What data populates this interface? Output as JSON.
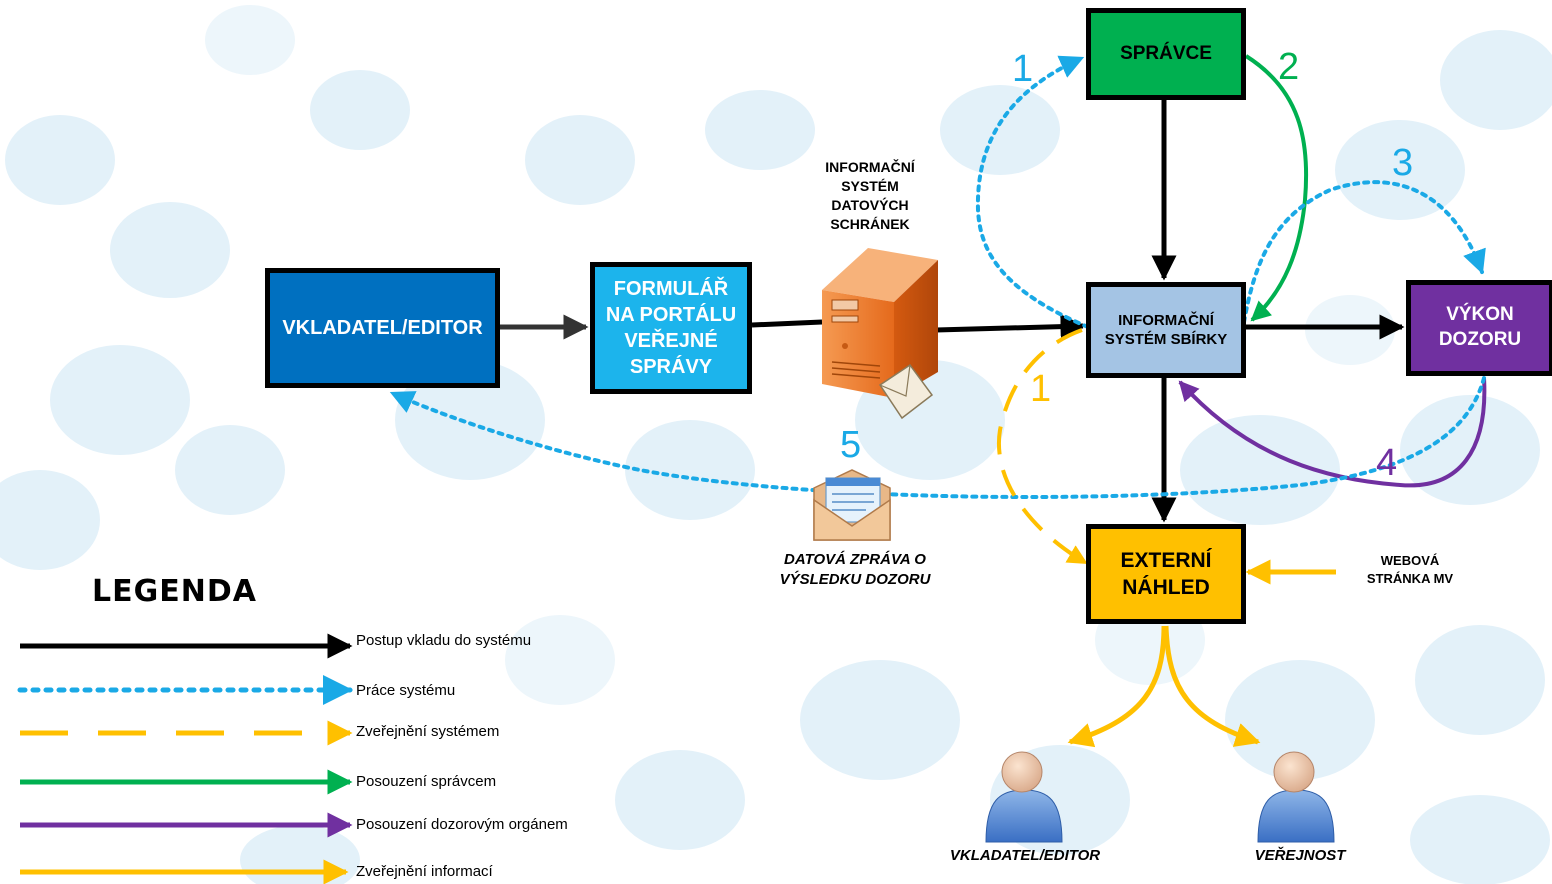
{
  "nodes": {
    "vkladatel_editor": {
      "label": "VKLADATEL/EDITOR",
      "fill": "#0070c0"
    },
    "formular": {
      "lines": [
        "FORMULÁŘ",
        "NA PORTÁLU",
        "VEŘEJNÉ",
        "SPRÁVY"
      ],
      "fill": "#1cb4ec"
    },
    "isds": {
      "lines": [
        "INFORMAČNÍ",
        "SYSTÉM",
        "DATOVÝCH",
        "SCHRÁNEK"
      ],
      "icon": "server-mail-icon"
    },
    "spravce": {
      "label": "SPRÁVCE",
      "fill": "#00b050"
    },
    "is_sbirky": {
      "lines": [
        "INFORMAČNÍ",
        "SYSTÉM SBÍRKY"
      ],
      "fill": "#a4c4e4"
    },
    "vykon_dozoru": {
      "lines": [
        "VÝKON",
        "DOZORU"
      ],
      "fill": "#7030a0"
    },
    "externi_nahled": {
      "lines": [
        "EXTERNÍ",
        "NÁHLED"
      ],
      "fill": "#ffc000"
    },
    "webova_stranka": {
      "lines": [
        "WEBOVÁ",
        "STRÁNKA MV"
      ]
    },
    "datova_zprava": {
      "lines": [
        "DATOVÁ ZPRÁVA O",
        "VÝSLEDKU DOZORU"
      ],
      "icon": "mail-envelope-icon"
    },
    "user_editor": {
      "label": "VKLADATEL/EDITOR",
      "icon": "user-icon"
    },
    "user_verejnost": {
      "label": "VEŘEJNOST",
      "icon": "user-icon"
    }
  },
  "step_numbers": {
    "n1_blue": "1",
    "n2_green": "2",
    "n3_blue": "3",
    "n1_yellow": "1",
    "n4_purple": "4",
    "n5_blue": "5"
  },
  "legend": {
    "title": "LEGENDA",
    "items": [
      {
        "label": "Postup vkladu do systému",
        "color": "#000000",
        "style": "solid"
      },
      {
        "label": "Práce systému",
        "color": "#1aa9e6",
        "style": "dotted"
      },
      {
        "label": "Zveřejnění systémem",
        "color": "#ffc000",
        "style": "dashed"
      },
      {
        "label": "Posouzení správcem",
        "color": "#00b050",
        "style": "solid"
      },
      {
        "label": "Posouzení dozorovým orgánem",
        "color": "#7030a0",
        "style": "solid"
      },
      {
        "label": "Zveřejnění informací",
        "color": "#ffc000",
        "style": "solid"
      }
    ]
  },
  "colors": {
    "black": "#000000",
    "blue": "#1aa9e6",
    "green": "#00b050",
    "purple": "#7030a0",
    "yellow": "#ffc000",
    "bubble": "#daeef8"
  }
}
